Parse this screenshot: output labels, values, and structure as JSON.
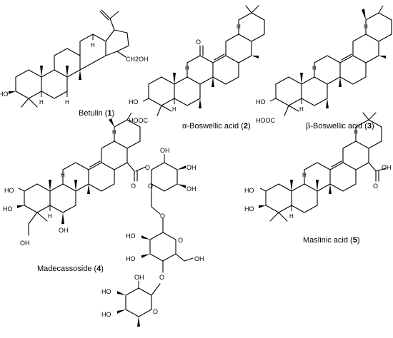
{
  "compounds": [
    {
      "name": "Betulin",
      "number": "1"
    },
    {
      "name": "α-Boswellic acid",
      "number": "2"
    },
    {
      "name": "β-Boswellic acid",
      "number": "3"
    },
    {
      "name": "Madecassoside",
      "number": "4"
    },
    {
      "name": "Maslinic acid",
      "number": "5"
    }
  ],
  "atom_labels": {
    "ho": "HO",
    "oh": "OH",
    "ch2oh": "CH2OH",
    "hooc": "HOOC",
    "o": "O",
    "h": "H"
  }
}
